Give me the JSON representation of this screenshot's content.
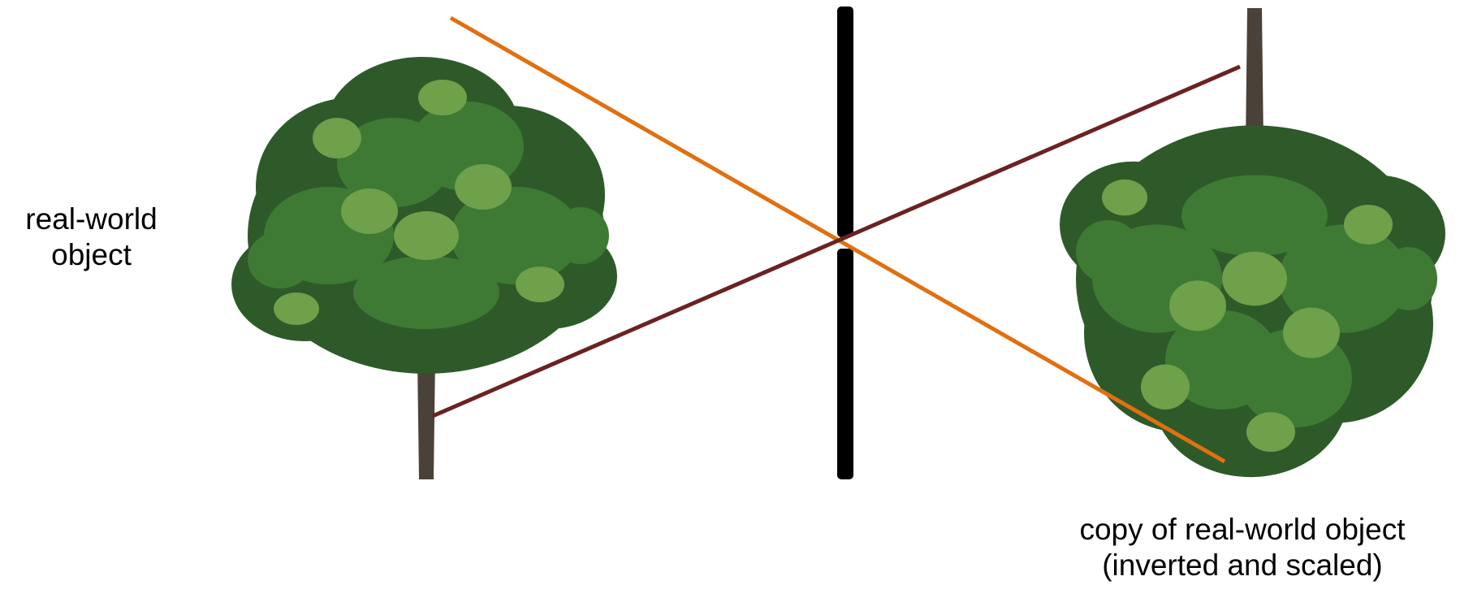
{
  "labels": {
    "object": {
      "line1": "real-world",
      "line2": "object"
    },
    "copy": {
      "line1": "copy of real-world object",
      "line2": "(inverted and scaled)"
    }
  },
  "colors": {
    "ray_top": "#E07010",
    "ray_bottom": "#6B2222",
    "barrier": "#000000",
    "trunk": "#4A4238",
    "foliage_dark": "#2E5A2A",
    "foliage_mid": "#3F7A34",
    "foliage_light": "#6FA04A",
    "text": "#000000"
  },
  "icons": {
    "object_tree": "tree-icon",
    "image_tree": "tree-icon-inverted"
  }
}
